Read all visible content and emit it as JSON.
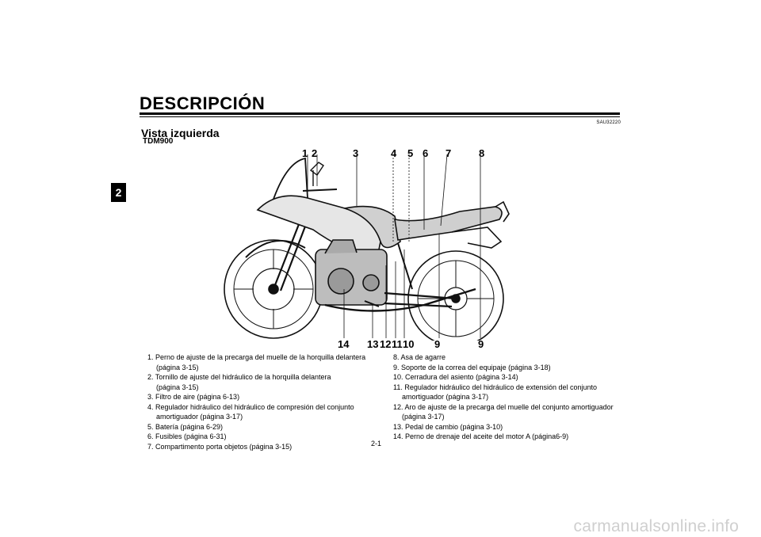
{
  "header": {
    "title": "DESCRIPCIÓN",
    "chapter_tab": "2",
    "doc_code": "SAU32220"
  },
  "section": {
    "title": "Vista izquierda",
    "model": "TDM900"
  },
  "callouts_top": [
    "1",
    "2",
    "3",
    "4",
    "5",
    "6",
    "7",
    "8"
  ],
  "callouts_bottom": [
    "14",
    "13",
    "12",
    "11",
    "10",
    "9",
    "9"
  ],
  "legend_left": [
    {
      "line1": "1. Perno de ajuste de la precarga del muelle de la horquilla delantera",
      "line2": "(página 3-15)"
    },
    {
      "line1": "2. Tornillo de ajuste del hidráulico de la horquilla delantera",
      "line2": "(página 3-15)"
    },
    {
      "line1": "3. Filtro de aire (página 6-13)",
      "line2": ""
    },
    {
      "line1": "4. Regulador hidráulico del hidráulico de compresión del conjunto",
      "line2": "amortiguador (página 3-17)"
    },
    {
      "line1": "5. Batería (página 6-29)",
      "line2": ""
    },
    {
      "line1": "6. Fusibles (página 6-31)",
      "line2": ""
    },
    {
      "line1": "7. Compartimento porta objetos (página 3-15)",
      "line2": ""
    }
  ],
  "legend_right": [
    {
      "line1": "8. Asa de agarre",
      "line2": ""
    },
    {
      "line1": "9. Soporte de la correa del equipaje (página 3-18)",
      "line2": ""
    },
    {
      "line1": "10. Cerradura del asiento (página 3-14)",
      "line2": ""
    },
    {
      "line1": "11. Regulador hidráulico del hidráulico de extensión del conjunto",
      "line2": "amortiguador (página 3-17)"
    },
    {
      "line1": "12. Aro de ajuste de la precarga del muelle del conjunto amortiguador",
      "line2": "(página 3-17)"
    },
    {
      "line1": "13. Pedal de cambio (página 3-10)",
      "line2": ""
    },
    {
      "line1": "14. Perno de drenaje del aceite del motor A (página6-9)",
      "line2": ""
    }
  ],
  "footer": {
    "page_number": "2-1",
    "watermark": "carmanualsonline.info"
  }
}
